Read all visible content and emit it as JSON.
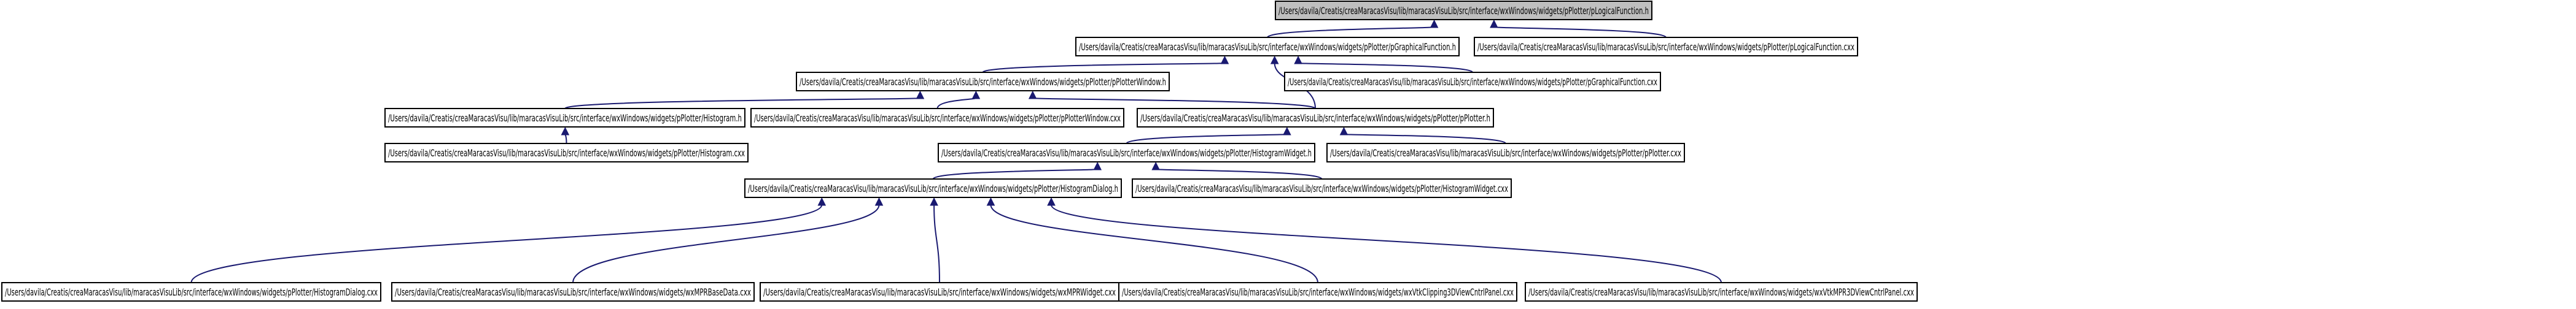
{
  "diagram": {
    "type": "include-dependency-graph",
    "colors": {
      "root_fill": "#bfbfbf",
      "node_fill": "#ffffff",
      "edge": "#191970",
      "text": "#000000"
    },
    "nodes": [
      {
        "id": "n0",
        "label": "/Users/davila/Creatis/creaMaracasVisu/lib/maracasVisuLib/src/interface/wxWindows/widgets/pPlotter/pLogicalFunction.h",
        "root": true
      },
      {
        "id": "n1",
        "label": "/Users/davila/Creatis/creaMaracasVisu/lib/maracasVisuLib/src/interface/wxWindows/widgets/pPlotter/pGraphicalFunction.h"
      },
      {
        "id": "n2",
        "label": "/Users/davila/Creatis/creaMaracasVisu/lib/maracasVisuLib/src/interface/wxWindows/widgets/pPlotter/pLogicalFunction.cxx"
      },
      {
        "id": "n3",
        "label": "/Users/davila/Creatis/creaMaracasVisu/lib/maracasVisuLib/src/interface/wxWindows/widgets/pPlotter/pPlotterWindow.h"
      },
      {
        "id": "n4",
        "label": "/Users/davila/Creatis/creaMaracasVisu/lib/maracasVisuLib/src/interface/wxWindows/widgets/pPlotter/pGraphicalFunction.cxx"
      },
      {
        "id": "n5",
        "label": "/Users/davila/Creatis/creaMaracasVisu/lib/maracasVisuLib/src/interface/wxWindows/widgets/pPlotter/Histogram.h"
      },
      {
        "id": "n6",
        "label": "/Users/davila/Creatis/creaMaracasVisu/lib/maracasVisuLib/src/interface/wxWindows/widgets/pPlotter/pPlotterWindow.cxx"
      },
      {
        "id": "n7",
        "label": "/Users/davila/Creatis/creaMaracasVisu/lib/maracasVisuLib/src/interface/wxWindows/widgets/pPlotter/pPlotter.h"
      },
      {
        "id": "n8",
        "label": "/Users/davila/Creatis/creaMaracasVisu/lib/maracasVisuLib/src/interface/wxWindows/widgets/pPlotter/Histogram.cxx"
      },
      {
        "id": "n9",
        "label": "/Users/davila/Creatis/creaMaracasVisu/lib/maracasVisuLib/src/interface/wxWindows/widgets/pPlotter/HistogramWidget.h"
      },
      {
        "id": "n10",
        "label": "/Users/davila/Creatis/creaMaracasVisu/lib/maracasVisuLib/src/interface/wxWindows/widgets/pPlotter/pPlotter.cxx"
      },
      {
        "id": "n11",
        "label": "/Users/davila/Creatis/creaMaracasVisu/lib/maracasVisuLib/src/interface/wxWindows/widgets/pPlotter/HistogramDialog.h"
      },
      {
        "id": "n12",
        "label": "/Users/davila/Creatis/creaMaracasVisu/lib/maracasVisuLib/src/interface/wxWindows/widgets/pPlotter/HistogramWidget.cxx"
      },
      {
        "id": "n13",
        "label": "/Users/davila/Creatis/creaMaracasVisu/lib/maracasVisuLib/src/interface/wxWindows/widgets/pPlotter/HistogramDialog.cxx"
      },
      {
        "id": "n14",
        "label": "/Users/davila/Creatis/creaMaracasVisu/lib/maracasVisuLib/src/interface/wxWindows/widgets/wxMPRBaseData.cxx"
      },
      {
        "id": "n15",
        "label": "/Users/davila/Creatis/creaMaracasVisu/lib/maracasVisuLib/src/interface/wxWindows/widgets/wxMPRWidget.cxx"
      },
      {
        "id": "n16",
        "label": "/Users/davila/Creatis/creaMaracasVisu/lib/maracasVisuLib/src/interface/wxWindows/widgets/wxVtkClipping3DViewCntrlPanel.cxx"
      },
      {
        "id": "n17",
        "label": "/Users/davila/Creatis/creaMaracasVisu/lib/maracasVisuLib/src/interface/wxWindows/widgets/wxVtkMPR3DViewCntrlPanel.cxx"
      }
    ],
    "edges": [
      [
        "n1",
        "n0"
      ],
      [
        "n2",
        "n0"
      ],
      [
        "n3",
        "n1"
      ],
      [
        "n4",
        "n1"
      ],
      [
        "n7",
        "n1"
      ],
      [
        "n5",
        "n3"
      ],
      [
        "n6",
        "n3"
      ],
      [
        "n7",
        "n3"
      ],
      [
        "n8",
        "n5"
      ],
      [
        "n9",
        "n7"
      ],
      [
        "n10",
        "n7"
      ],
      [
        "n11",
        "n9"
      ],
      [
        "n12",
        "n9"
      ],
      [
        "n13",
        "n11"
      ],
      [
        "n14",
        "n11"
      ],
      [
        "n15",
        "n11"
      ],
      [
        "n16",
        "n11"
      ],
      [
        "n17",
        "n11"
      ]
    ]
  }
}
